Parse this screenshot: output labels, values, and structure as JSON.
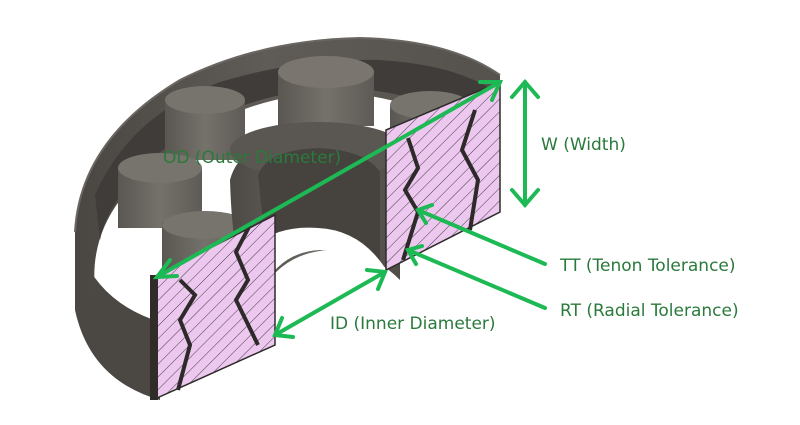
{
  "labels": {
    "od": "OD (Outer Diameter)",
    "width": "W (Width)",
    "tt": "TT (Tenon Tolerance)",
    "rt": "RT (Radial Tolerance)",
    "id": "ID (Inner Diameter)"
  },
  "colors": {
    "annotation": "#1db954",
    "label_text": "#2a7a3c",
    "body": "#5c5852",
    "body_dark": "#3e3b37",
    "roller": "#6f6b65",
    "roller_top": "#77736d",
    "section_fill": "#ecc8ee",
    "hatch": "#3a2a3c"
  }
}
